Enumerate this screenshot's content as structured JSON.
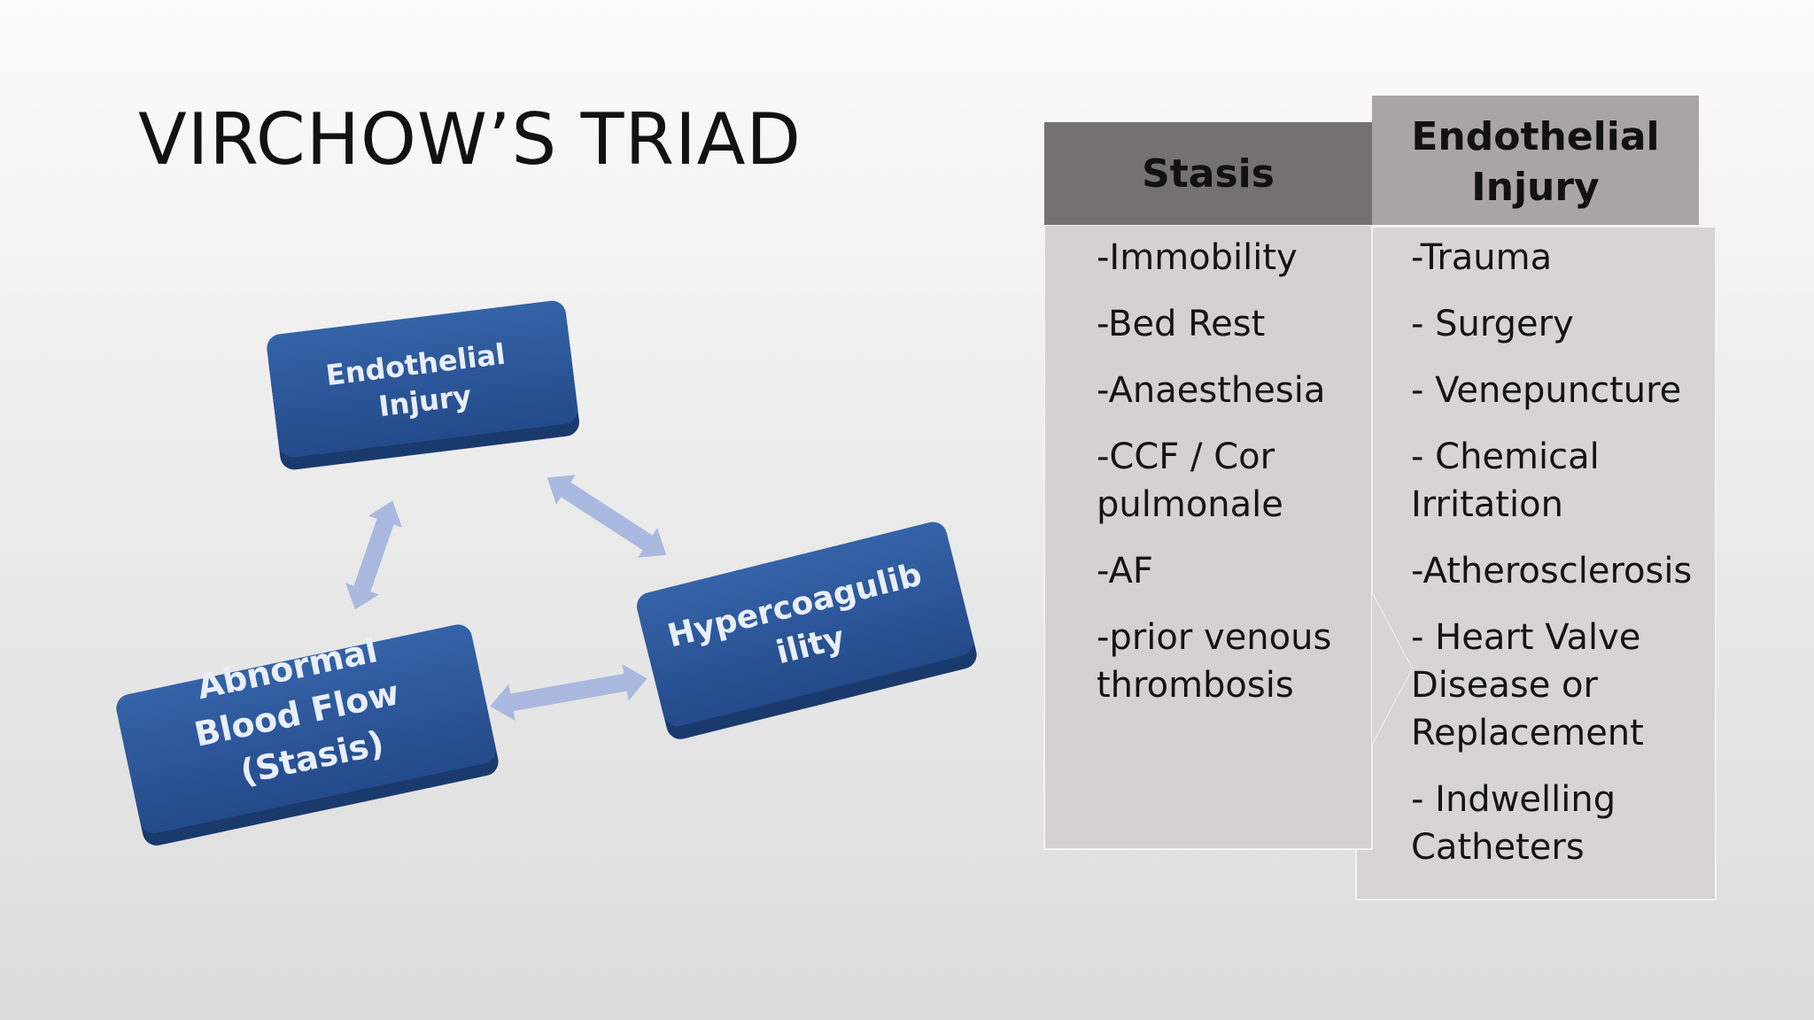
{
  "slide": {
    "title": "VIRCHOW’S TRIAD"
  },
  "diagram": {
    "nodes": {
      "endothelial": [
        "Endothelial",
        "Injury"
      ],
      "stasis": [
        "Abnormal",
        "Blood Flow",
        "(Stasis)"
      ],
      "hypercoag": [
        "Hypercoagulib",
        "ility"
      ]
    },
    "colors": {
      "node_fill": "#2a5597",
      "node_side": "#1a3a6e",
      "arrow": "#a9b9df"
    }
  },
  "table": {
    "stasis": {
      "header": "Stasis",
      "items": [
        "-Immobility",
        "-Bed Rest",
        "-Anaesthesia",
        "-CCF / Cor pulmonale",
        "-AF",
        "-prior venous thrombosis"
      ]
    },
    "endothelial": {
      "header": "Endothelial Injury",
      "items": [
        "-Trauma",
        "- Surgery",
        "- Venepuncture",
        "- Chemical Irritation",
        "-Atherosclerosis",
        "- Heart Valve Disease or Replacement",
        "- Indwelling Catheters"
      ]
    },
    "colors": {
      "stasis_header": "#737172",
      "injury_header": "#a9a5a6",
      "body": "#d5d3d4",
      "border": "#f2f2f2"
    }
  }
}
